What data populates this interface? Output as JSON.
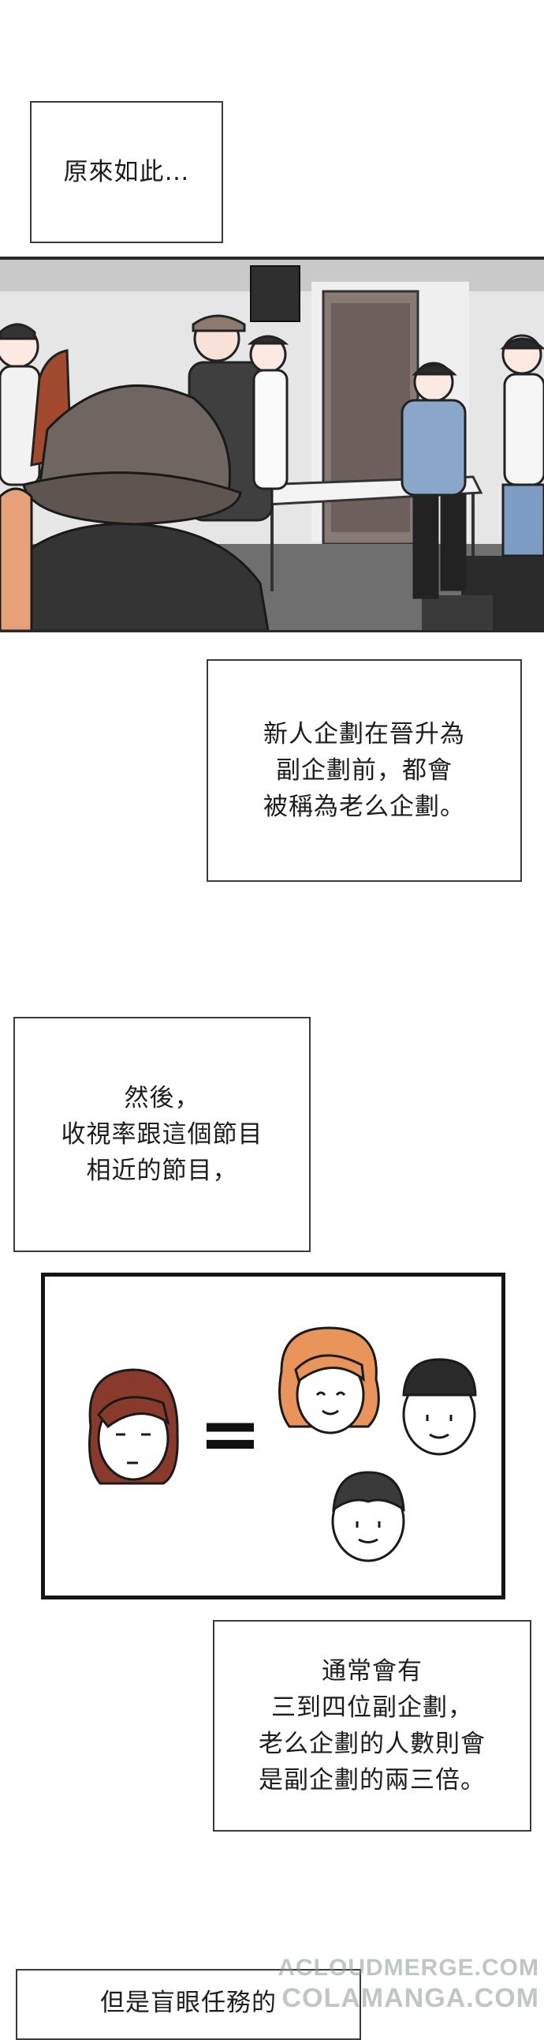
{
  "captions": [
    "原來如此…",
    "新人企劃在晉升為\n副企劃前，都會\n被稱為老么企劃。",
    "然後，\n收視率跟這個節目\n相近的節目，",
    "通常會有\n三到四位副企劃，\n老么企劃的人數則會\n是副企劃的兩三倍。",
    "但是盲眼任務的"
  ],
  "equation": {
    "symbol": "="
  },
  "watermark": {
    "line1": "ACLOUDMERGE.COM",
    "line2": "COLAMANGA.COM"
  },
  "colors": {
    "border": "#2a2a2a",
    "skin": "#ffffff",
    "orange_hair": "#e8945a",
    "auburn_hair": "#8a3a2c",
    "dark_hair": "#3a3a3a"
  }
}
